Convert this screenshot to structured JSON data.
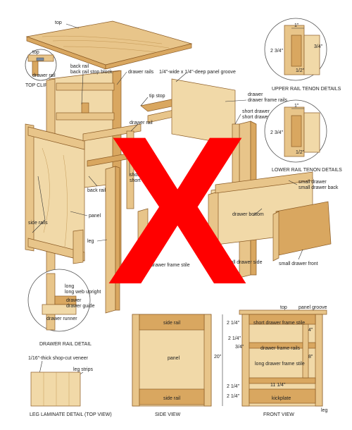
{
  "labels": {
    "top": "top",
    "top_small": "top",
    "drawer_rail_clip": "drawer rail",
    "top_clip_detail": "TOP CLIP DETAIL",
    "back_rail_stop_block": "back rail stop block",
    "drawer_rails": "drawer rails",
    "panel_groove": "1/4\"-wide x 1/4\"-deep panel groove",
    "tip_stop": "tip stop",
    "drawer_rail": "drawer rail",
    "drawer_frame_rails": "drawer frame rails",
    "short_drawer_frame_stile": "short drawer frame stile",
    "back_rail": "back rail",
    "short_web_upright": "short web upright",
    "panel": "panel",
    "side_rails": "side rails",
    "leg": "leg",
    "drawer_frame_stile": "drawer frame stile",
    "small_drawer_side": "small drawer side",
    "drawer_bottom": "drawer bottom",
    "small_drawer_back": "small drawer back",
    "small_drawer_front": "small drawer front",
    "upper_rail_tenon": "UPPER RAIL TENON DETAILS",
    "lower_rail_tenon": "LOWER RAIL TENON DETAILS",
    "long_web_upright": "long web upright",
    "drawer_guide": "drawer guide",
    "drawer_runner": "drawer runner",
    "drawer_rail_detail": "DRAWER RAIL DETAIL",
    "veneer": "1/16\"-thick shop-cut veneer",
    "leg_strips": "leg strips",
    "leg_laminate": "LEG LAMINATE DETAIL (TOP VIEW)",
    "side_rail_top": "side rail",
    "side_rail_bottom": "side rail",
    "panel_side": "panel",
    "side_view": "SIDE VIEW",
    "top_front": "top",
    "panel_groove_front": "panel groove",
    "short_drawer_frame_stile_front": "short drawer frame stile",
    "drawer_frame_rails_front": "drawer frame rails",
    "long_drawer_frame_stile": "long drawer frame stile",
    "kickplate": "kickplate",
    "front_view": "FRONT VIEW",
    "leg_front": "leg",
    "big_x": "X"
  },
  "dimensions": {
    "upper_top": "1\"",
    "upper_side": "2 3/4\"",
    "upper_right": "3/4\"",
    "upper_bottom": "1/2\"",
    "lower_top": "1\"",
    "lower_side": "2 3/4\"",
    "lower_bottom": "1/2\"",
    "side_top": "2 1/4\"",
    "side_height": "20\"",
    "side_bottom": "2 1/4\"",
    "front_a": "2 1/4\"",
    "front_b": "3/4\"",
    "front_c": "4\"",
    "front_d": "8\"",
    "front_e": "11 1/4\"",
    "front_f": "2 1/4\""
  },
  "colors": {
    "wood_light": "#f1d9a8",
    "wood_mid": "#e8c58a",
    "wood_dark": "#d9a760",
    "big_x": "#ff0000"
  }
}
